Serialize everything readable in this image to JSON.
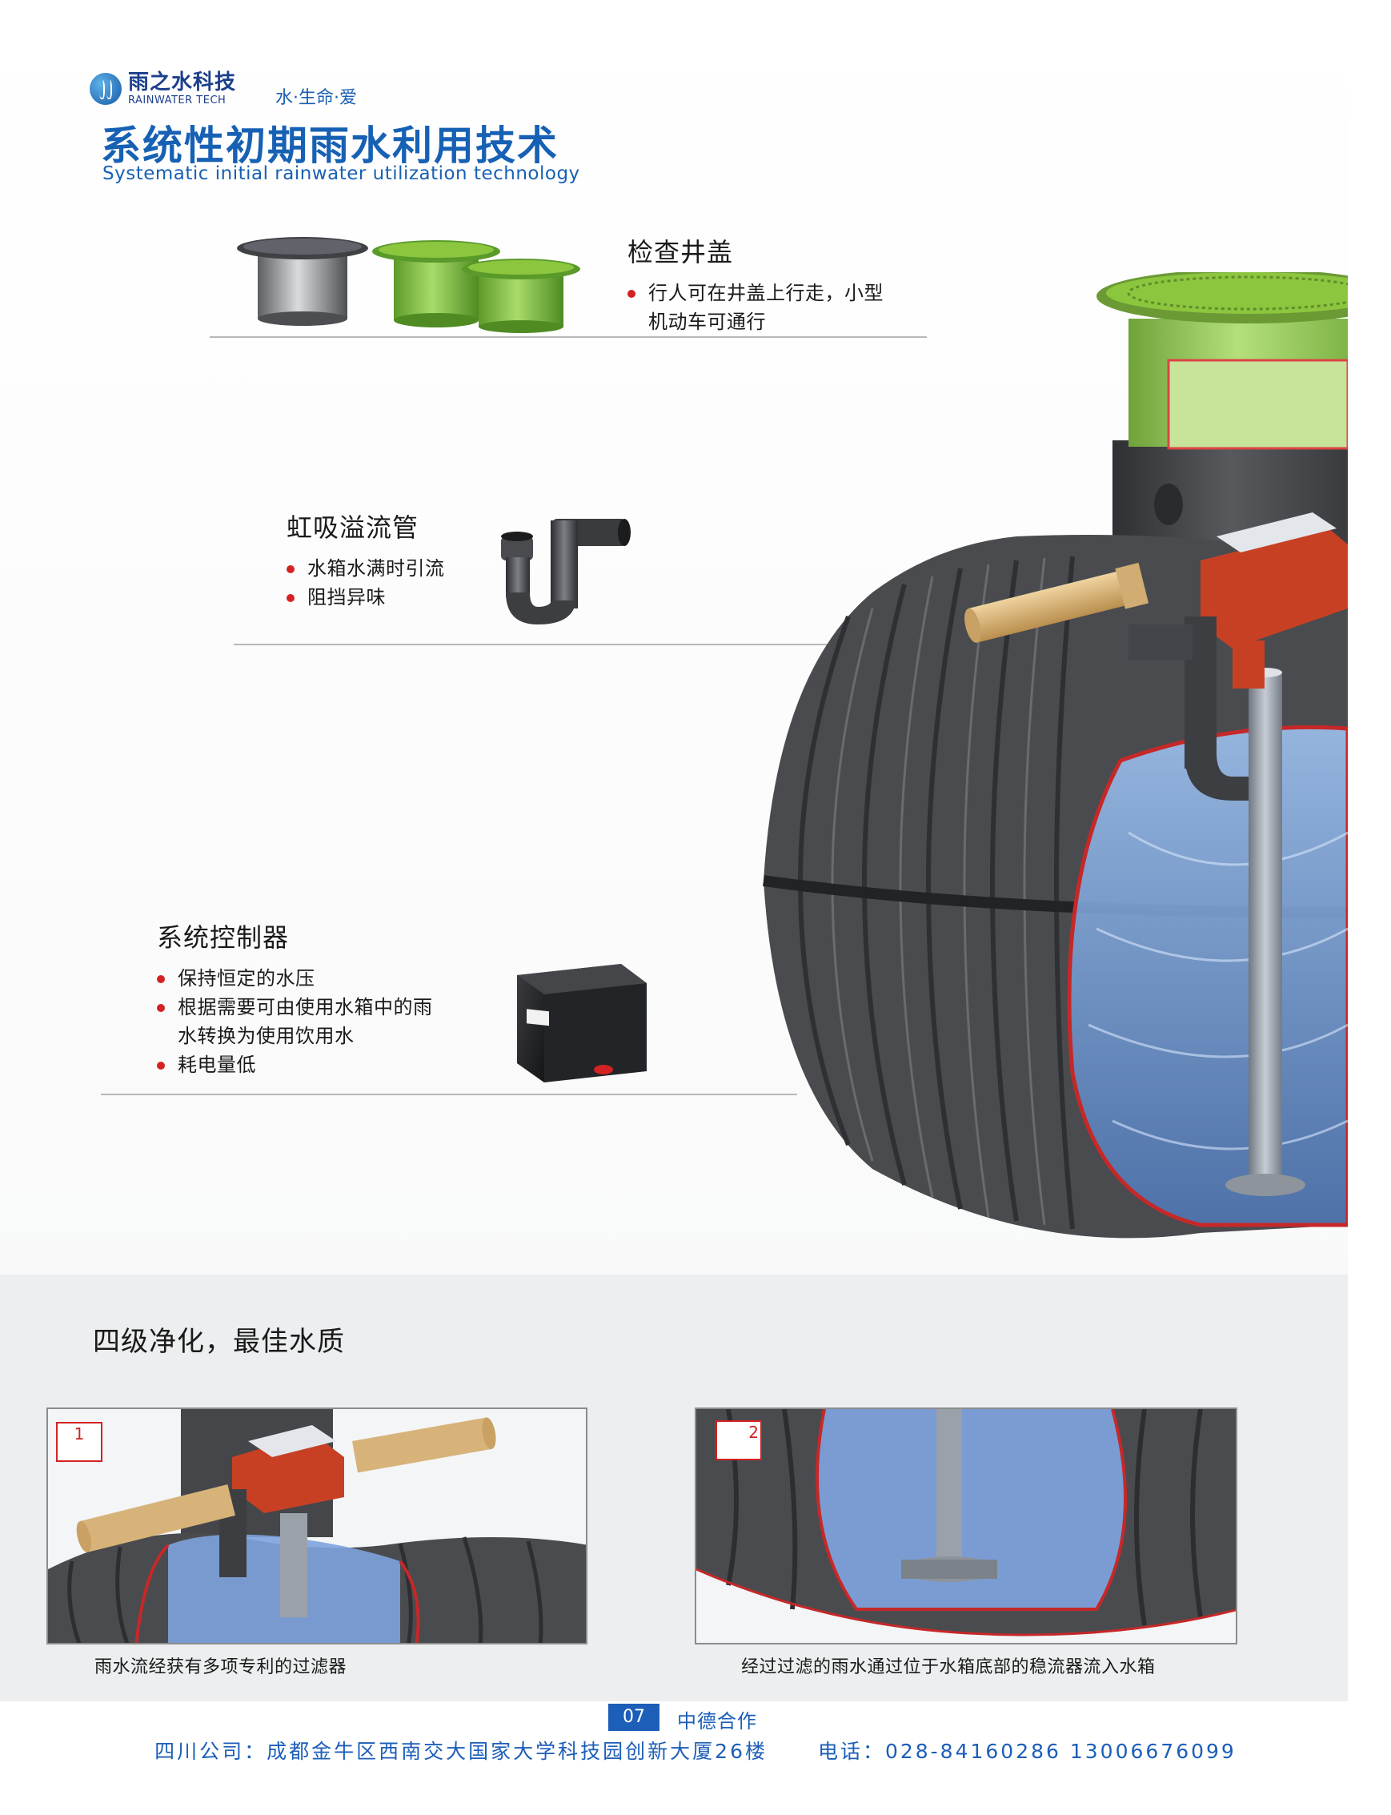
{
  "header": {
    "logo_cn": "雨之水科技",
    "logo_en": "RAINWATER TECH",
    "slogan": "水·生命·爱",
    "title": "系统性初期雨水利用技术",
    "subtitle": "Systematic initial rainwater utilization technology"
  },
  "callouts": [
    {
      "title": "检查井盖",
      "items": [
        "行人可在井盖上行走，小型\n机动车可通行"
      ]
    },
    {
      "title": "虹吸溢流管",
      "items": [
        "水箱水满时引流",
        "阻挡异味"
      ]
    },
    {
      "title": "系统控制器",
      "items": [
        "保持恒定的水压",
        "根据需要可由使用水箱中的雨\n水转换为使用饮用水",
        "耗电量低"
      ]
    }
  ],
  "section": {
    "heading": "四级净化，最佳水质",
    "photos": [
      {
        "number": "1",
        "caption": "雨水流经获有多项专利的过滤器"
      },
      {
        "number": "2",
        "caption": "经过过滤的雨水通过位于水箱底部的稳流器流入水箱"
      }
    ]
  },
  "footer": {
    "page_number": "07",
    "section_name": "中德合作",
    "company": "四川公司：成都金牛区西南交大国家大学科技园创新大厦26楼",
    "phone": "电话：028-84160286  13006676099"
  },
  "colors": {
    "brand_blue": "#1761b4",
    "bullet_red": "#d42222",
    "tank_gray": "#4a4b4e",
    "cover_green": "#8cc63f",
    "pipe_tan": "#e0b878"
  }
}
